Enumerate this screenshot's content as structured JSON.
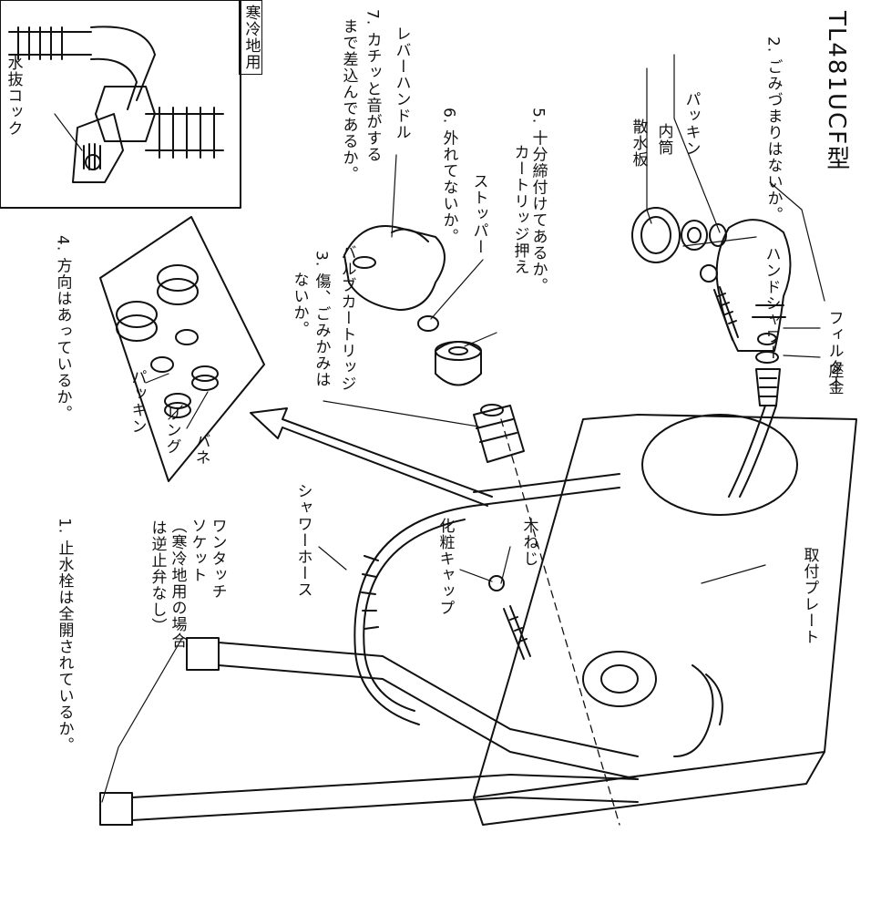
{
  "model_title": "TL481UCF型",
  "notes": {
    "n1": "1. 止水栓は全開されているか。",
    "n2": "2. ごみづまりはないか。",
    "n3": "3. 傷、ごみかみは",
    "n3b": "ないか。",
    "n4": "4. 方向はあっているか。",
    "n5": "5. 十分締付けてあるか。",
    "n6": "6. 外れてないか。",
    "n7": "7. カチッと音がする",
    "n7b": "まで差込んであるか。"
  },
  "parts": {
    "filter": "フィルター",
    "washer": "座金",
    "hand_shower": "ハンドシャワー",
    "packing_top": "パッキン",
    "inner_tube": "内筒",
    "sprinkler_plate": "散水板",
    "cartridge_holder": "カートリッジ押え",
    "stopper": "ストッパー",
    "valve_cartridge": "バルブカートリッジ",
    "lever_handle": "レバーハンドル",
    "packing_detail": "パッキン",
    "ring": "リング",
    "spring": "バネ",
    "wood_screw": "木ねじ",
    "cosmetic_cap": "化粧キャップ",
    "mounting_plate": "取付プレート",
    "shower_hose": "シャワーホース",
    "one_touch_socket_1": "ワンタッチ",
    "one_touch_socket_2": "ソケット",
    "cold_region_note_1": "（寒冷地用の場合",
    "cold_region_note_2": "は逆止弁なし）",
    "drain_cock": "水抜コック"
  },
  "inset_title": "寒冷地用"
}
